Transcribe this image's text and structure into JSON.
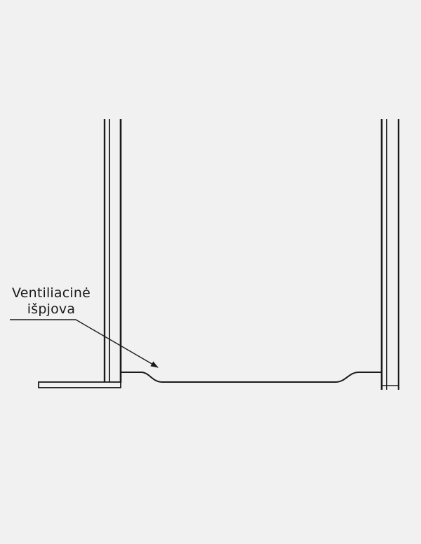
{
  "diagram": {
    "title": "Ventilation cutout technical drawing",
    "background_color": "#f1f1f2",
    "line_color": "#1a1a1a",
    "label": {
      "line1": "Ventiliacinė",
      "line2": "išpjova"
    }
  }
}
